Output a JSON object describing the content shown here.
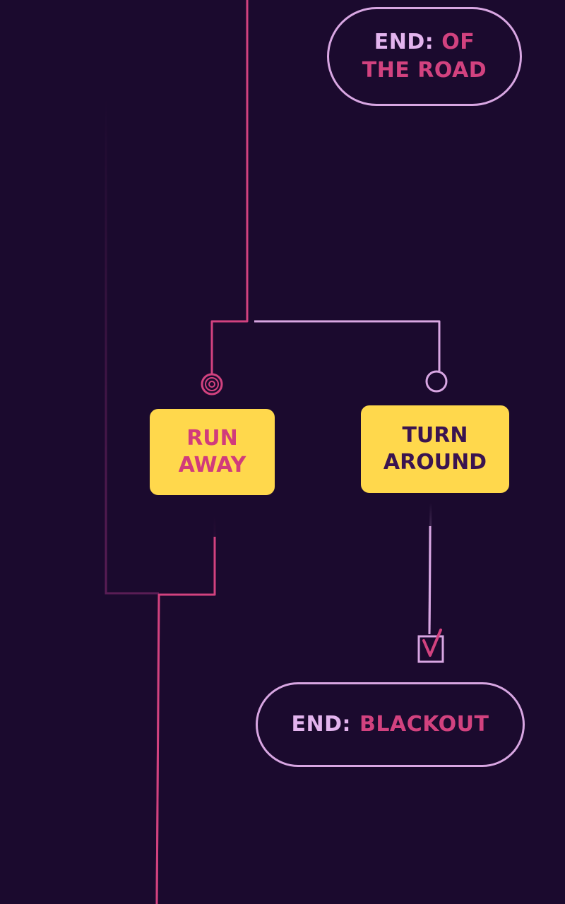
{
  "end_of_the_road": {
    "label": "END:",
    "value_line1": "OF",
    "value_line2": "THE ROAD"
  },
  "choice_run_away": {
    "line1": "RUN",
    "line2": "AWAY"
  },
  "choice_turn_around": {
    "line1": "TURN",
    "line2": "AROUND"
  },
  "end_blackout": {
    "label": "END:",
    "value": "BLACKOUT"
  },
  "colors": {
    "background": "#1b0a2e",
    "taken_path": "#d2427f",
    "untaken_path": "#d8a6e2",
    "choice_box": "#ffd84c",
    "dim_path": "#5a1d55"
  },
  "icons": [
    "taken-choice-node-icon",
    "untaken-choice-node-icon",
    "checkbox-checked-icon"
  ]
}
